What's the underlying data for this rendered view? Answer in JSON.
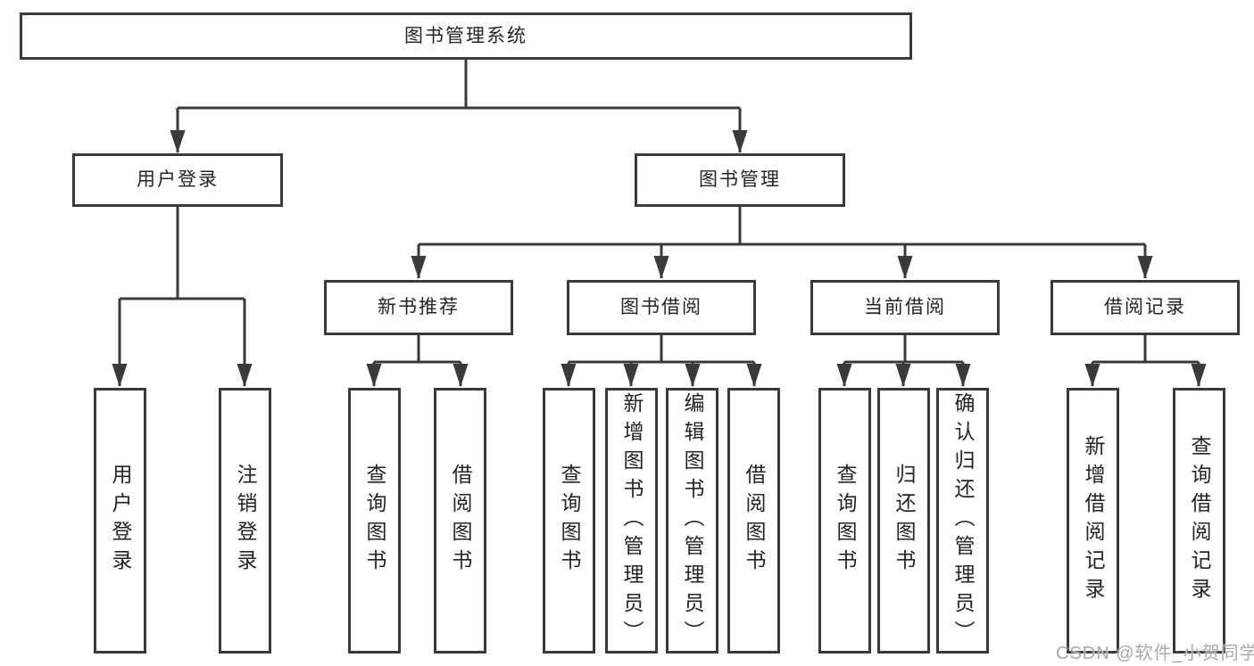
{
  "colors": {
    "line": "#3a3a3a",
    "text": "#242424",
    "box_background": "#ffffff",
    "watermark": "#a8a8a8"
  },
  "tree": {
    "root": {
      "label": "图书管理系统"
    },
    "level2": [
      {
        "label": "用户登录"
      },
      {
        "label": "图书管理"
      }
    ],
    "level3": [
      {
        "label": "新书推荐"
      },
      {
        "label": "图书借阅"
      },
      {
        "label": "当前借阅"
      },
      {
        "label": "借阅记录"
      }
    ],
    "leaves": {
      "user_login": [
        "用户登录",
        "注销登录"
      ],
      "new_book_recommend": [
        "查询图书",
        "借阅图书"
      ],
      "book_borrowing": [
        "查询图书",
        "新增图书（管理员）",
        "编辑图书（管理员）",
        "借阅图书"
      ],
      "current_borrowing": [
        "查询图书",
        "归还图书",
        "确认归还（管理员）"
      ],
      "borrowing_records": [
        "新增借阅记录",
        "查询借阅记录"
      ]
    }
  },
  "watermark": {
    "text": "CSDN @软件_小贺同学"
  }
}
